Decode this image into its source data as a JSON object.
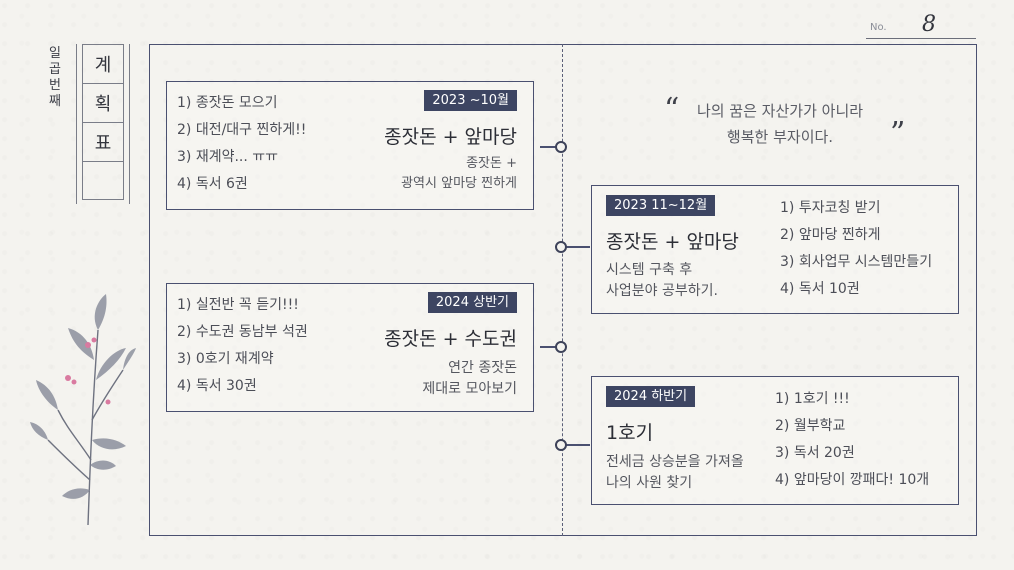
{
  "page": {
    "no_label": "No.",
    "number": "8"
  },
  "title": {
    "vertical": [
      "일",
      "곱",
      "번",
      "째"
    ],
    "boxed": [
      "계",
      "획",
      "표",
      ""
    ]
  },
  "quote": {
    "line1": "나의 꿈은 자산가가 아니라",
    "line2": "행복한 부자이다.",
    "open": "“",
    "close": "”"
  },
  "plans": [
    {
      "tag": "2023 ~10월",
      "headline": "종잣돈 + 앞마당",
      "desc": [
        "종잣돈 +",
        "광역시 앞마당 찐하게"
      ],
      "items": [
        "1) 종잣돈 모으기",
        "2) 대전/대구 찐하게!!",
        "3) 재계약... ㅠㅠ",
        "4) 독서 6권"
      ]
    },
    {
      "tag": "2023 11~12월",
      "headline": "종잣돈 + 앞마당",
      "desc": [
        "시스템 구축 후",
        "사업분야 공부하기."
      ],
      "items": [
        "1) 투자코칭 받기",
        "2) 앞마당 찐하게",
        "3) 회사업무 시스템만들기",
        "4) 독서 10권"
      ]
    },
    {
      "tag": "2024 상반기",
      "headline": "종잣돈 + 수도권",
      "desc": [
        "연간 종잣돈",
        "제대로 모아보기"
      ],
      "items": [
        "1) 실전반 꼭 듣기!!!",
        "2) 수도권 동남부 석권",
        "3) 0호기 재계약",
        "4) 독서 30권"
      ]
    },
    {
      "tag": "2024 하반기",
      "headline": "1호기",
      "desc": [
        "전세금 상승분을 가져올",
        "나의 사원 찾기"
      ],
      "items": [
        "1) 1호기 !!!",
        "2) 월부학교",
        "3) 독서 20권",
        "4) 앞마당이 깡패다! 10개"
      ]
    }
  ]
}
